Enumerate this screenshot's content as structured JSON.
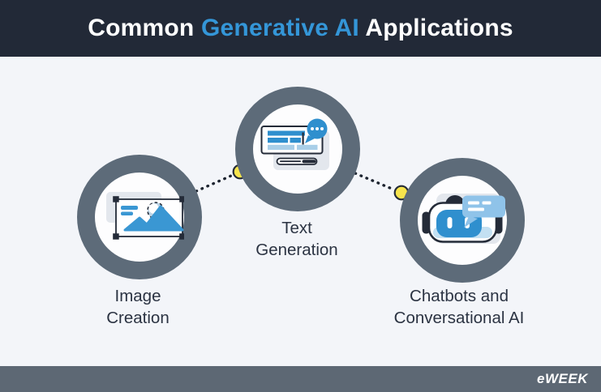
{
  "header": {
    "title": {
      "prefix": "Common",
      "highlight": "Generative AI",
      "suffix": "Applications"
    }
  },
  "nodes": [
    {
      "id": "image-creation",
      "icon": "image-canvas-icon",
      "label_line1": "Image",
      "label_line2": "Creation"
    },
    {
      "id": "text-generation",
      "icon": "text-editor-icon",
      "label_line1": "Text",
      "label_line2": "Generation"
    },
    {
      "id": "chatbots",
      "icon": "chatbot-robot-icon",
      "label_line1": "Chatbots and",
      "label_line2": "Conversational AI"
    }
  ],
  "footer": {
    "brand": "eWEEK"
  },
  "colors": {
    "header_bg": "#222937",
    "title_highlight": "#3496d8",
    "ring_gray": "#5d6b79",
    "icon_blue": "#2f8fce",
    "icon_light_blue": "#a9cfe8",
    "icon_back_gray": "#e3e7ed",
    "connector_dot_yellow": "#f7e44c",
    "outline_dark": "#242b38",
    "body_bg": "#f3f5f9",
    "footer_bg": "#5d6874",
    "label_text": "#2b3342"
  }
}
